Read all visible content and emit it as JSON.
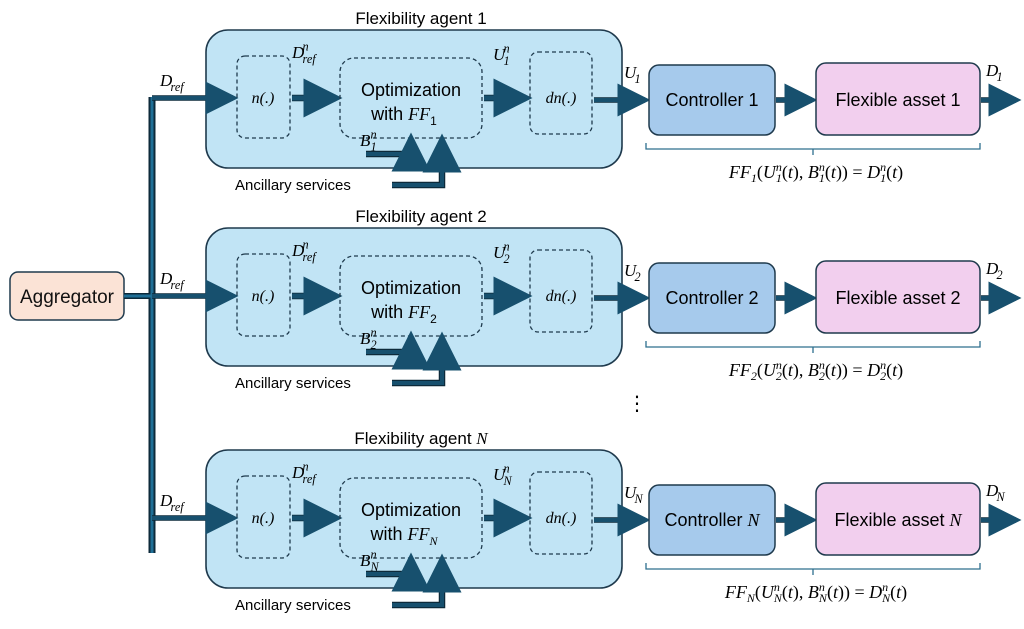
{
  "aggregator": {
    "label": "Aggregator",
    "fill": "#FBE3D6",
    "output_label": "D",
    "output_sub": "ref"
  },
  "colors": {
    "agent_fill": "#C1E4F5",
    "controller_fill": "#A6CAEC",
    "asset_fill": "#F2CFEE",
    "stroke": "#1F3A4D",
    "arrow": "#17506E"
  },
  "ellipsis": "⋮",
  "agents": [
    {
      "index": "1",
      "title_prefix": "Flexibility agent ",
      "title_index": "1",
      "input_label": "D",
      "input_sub": "ref",
      "normalize_label": "n(.)",
      "dref_n_label": "D",
      "dref_n_sup": "n",
      "dref_n_sub": "ref",
      "opt_line1": "Optimization",
      "opt_line2_prefix": "with ",
      "opt_line2_ff": "FF",
      "opt_line2_sub": "1",
      "u_n_label": "U",
      "u_n_sup": "n",
      "u_n_sub": "1",
      "denormalize_label": "dn(.)",
      "b_label": "B",
      "b_sup": "n",
      "b_sub": "1",
      "ancillary_label": "Ancillary services",
      "u_label": "U",
      "u_sub": "1",
      "controller_label": "Controller 1",
      "asset_label": "Flexible asset 1",
      "d_label": "D",
      "d_sub": "1",
      "equation": {
        "ff": "FF",
        "ff_sub": "1",
        "u": "U",
        "u_sup": "n",
        "u_sub": "1",
        "b": "B",
        "b_sup": "n",
        "b_sub": "1",
        "d": "D",
        "d_sup": "n",
        "d_sub": "1",
        "t": "t"
      }
    },
    {
      "index": "2",
      "title_prefix": "Flexibility agent ",
      "title_index": "2",
      "input_label": "D",
      "input_sub": "ref",
      "normalize_label": "n(.)",
      "dref_n_label": "D",
      "dref_n_sup": "n",
      "dref_n_sub": "ref",
      "opt_line1": "Optimization",
      "opt_line2_prefix": "with ",
      "opt_line2_ff": "FF",
      "opt_line2_sub": "2",
      "u_n_label": "U",
      "u_n_sup": "n",
      "u_n_sub": "2",
      "denormalize_label": "dn(.)",
      "b_label": "B",
      "b_sup": "n",
      "b_sub": "2",
      "ancillary_label": "Ancillary services",
      "u_label": "U",
      "u_sub": "2",
      "controller_label": "Controller 2",
      "asset_label": "Flexible asset 2",
      "d_label": "D",
      "d_sub": "2",
      "equation": {
        "ff": "FF",
        "ff_sub": "2",
        "u": "U",
        "u_sup": "n",
        "u_sub": "2",
        "b": "B",
        "b_sup": "n",
        "b_sub": "2",
        "d": "D",
        "d_sup": "n",
        "d_sub": "2",
        "t": "t"
      }
    },
    {
      "index": "N",
      "title_prefix": "Flexibility agent ",
      "title_index": "N",
      "input_label": "D",
      "input_sub": "ref",
      "normalize_label": "n(.)",
      "dref_n_label": "D",
      "dref_n_sup": "n",
      "dref_n_sub": "ref",
      "opt_line1": "Optimization",
      "opt_line2_prefix": "with ",
      "opt_line2_ff": "FF",
      "opt_line2_sub": "N",
      "u_n_label": "U",
      "u_n_sup": "n",
      "u_n_sub": "N",
      "denormalize_label": "dn(.)",
      "b_label": "B",
      "b_sup": "n",
      "b_sub": "N",
      "ancillary_label": "Ancillary services",
      "u_label": "U",
      "u_sub": "N",
      "controller_label": "Controller N",
      "asset_label": "Flexible asset N",
      "d_label": "D",
      "d_sub": "N",
      "equation": {
        "ff": "FF",
        "ff_sub": "N",
        "u": "U",
        "u_sup": "n",
        "u_sub": "N",
        "b": "B",
        "b_sup": "n",
        "b_sub": "N",
        "d": "D",
        "d_sup": "n",
        "d_sub": "N",
        "t": "t"
      }
    }
  ]
}
